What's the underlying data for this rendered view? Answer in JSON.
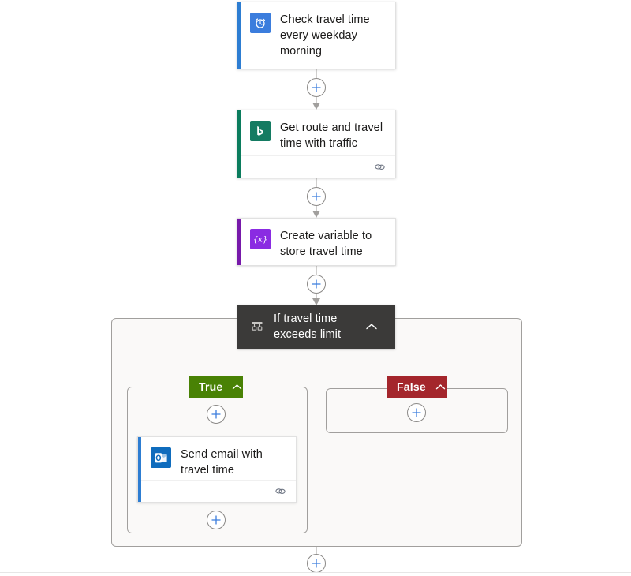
{
  "flow": {
    "trigger": {
      "title": "Check travel time every weekday morning",
      "icon": "alarm-clock-icon",
      "icon_bg": "#3b7ddd",
      "accent": "#2d7dd2"
    },
    "actions": [
      {
        "id": "bing-maps",
        "title": "Get route and travel time with traffic",
        "icon": "bing-maps-icon",
        "icon_bg": "#147b62",
        "accent": "#0b7c5d",
        "footer_icon": "connection-link-icon"
      },
      {
        "id": "init-variable",
        "title": "Create variable to store travel time",
        "icon": "variable-braces-icon",
        "icon_bg": "#8a2be2",
        "accent": "#7719aa",
        "footer_icon": null
      }
    ],
    "condition": {
      "title": "If travel time exceeds limit",
      "icon": "condition-branch-icon",
      "header_bg": "#3b3a39",
      "collapse_chevron": "chevron-up-icon",
      "branches": [
        {
          "id": "true",
          "label": "True",
          "color": "#498205",
          "chevron": "chevron-up-icon",
          "actions": [
            {
              "id": "send-email",
              "title": "Send email with travel time",
              "icon": "outlook-icon",
              "icon_bg": "#0f6cbd",
              "accent": "#2d7dd2",
              "footer_icon": "connection-link-icon"
            }
          ]
        },
        {
          "id": "false",
          "label": "False",
          "color": "#a4262c",
          "chevron": "chevron-up-icon",
          "actions": []
        }
      ]
    },
    "add_button_label": "+",
    "add_button_title": "Insert a new step"
  }
}
